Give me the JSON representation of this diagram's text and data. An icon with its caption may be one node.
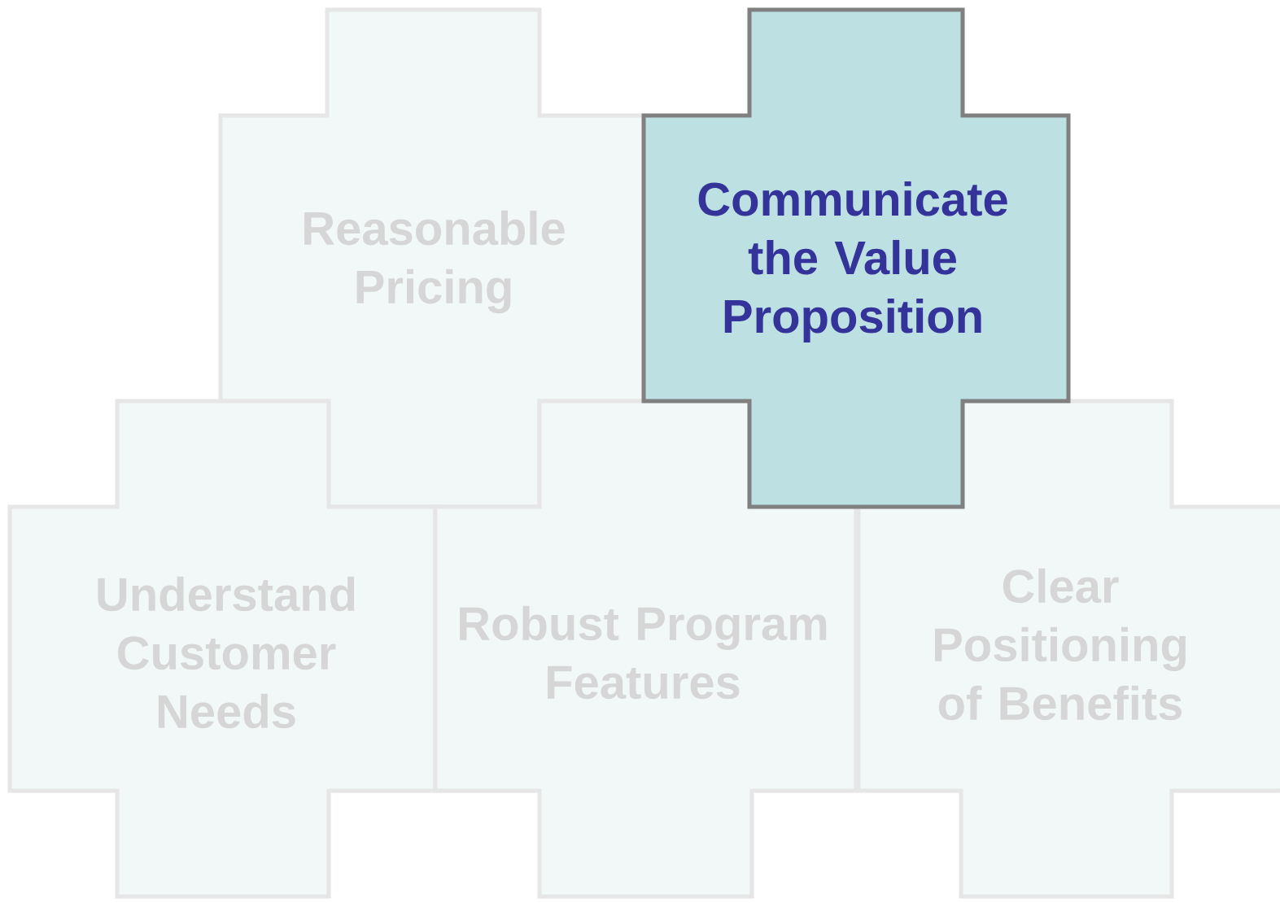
{
  "diagram": {
    "nodes": [
      {
        "text": [
          "Reasonable Pricing"
        ]
      },
      {
        "text": [
          "Communicate the Value Proposition"
        ]
      },
      {
        "text": [
          "Understand Customer Needs"
        ]
      },
      {
        "text": [
          "Robust Program Features"
        ]
      },
      {
        "text": [
          "Clear Positioning of Benefits"
        ]
      }
    ]
  }
}
